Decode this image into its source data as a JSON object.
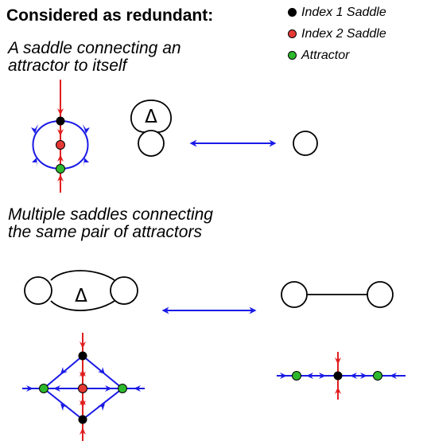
{
  "heading": "Considered as redundant:",
  "legend": [
    {
      "label": "Index 1 Saddle",
      "color": "#000000"
    },
    {
      "label": "Index 2 Saddle",
      "color": "#e53935"
    },
    {
      "label": "Attractor",
      "color": "#2db82d"
    }
  ],
  "section1": {
    "line1": "A saddle connecting an",
    "line2": "attractor to itself"
  },
  "section2": {
    "line1": "Multiple saddles connecting",
    "line2": "the same pair of attractors"
  },
  "symbols": {
    "delta": "Δ"
  },
  "colors": {
    "flow": "#1a1ae6",
    "unstable": "#e01e1e",
    "outline": "#000000"
  }
}
